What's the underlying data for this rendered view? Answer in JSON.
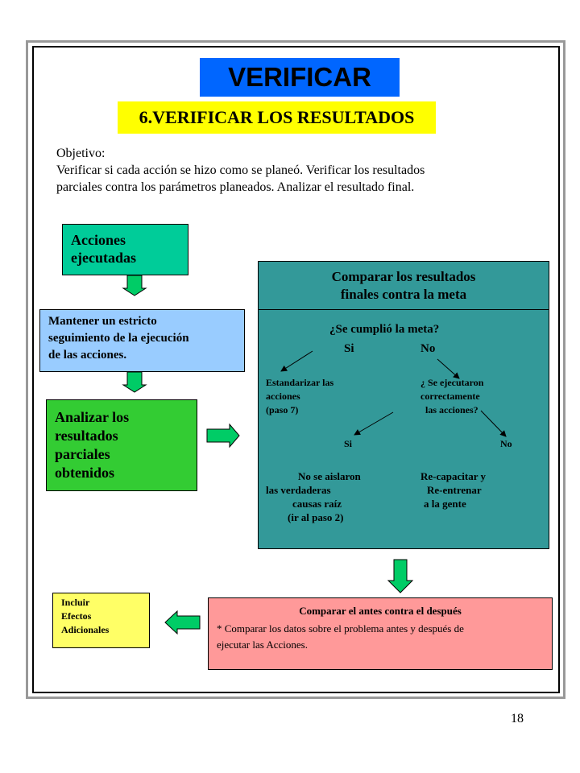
{
  "header": {
    "title": "VERIFICAR",
    "subtitle": "6.VERIFICAR LOS RESULTADOS"
  },
  "objective": {
    "label": "Objetivo:",
    "line1": "Verificar si cada acción se hizo como se planeó. Verificar los resultados",
    "line2": "parciales contra los parámetros planeados. Analizar el resultado final."
  },
  "steps": {
    "acciones": [
      "Acciones",
      "ejecutadas"
    ],
    "mantener": [
      "Mantener un estricto",
      "seguimiento de la ejecución",
      "de las acciones."
    ],
    "analizar": [
      "Analizar los",
      "resultados",
      "parciales",
      "obtenidos"
    ]
  },
  "comparar": {
    "title1": "Comparar los resultados",
    "title2": "finales contra la meta",
    "question": "¿Se cumplió la meta?",
    "si": "Si",
    "no": "No",
    "estandarizar": [
      "Estandarizar las",
      "acciones",
      "(paso 7)"
    ],
    "ejecutaron": [
      "¿ Se ejecutaron",
      "correctamente",
      "las acciones?"
    ],
    "si2": "Si",
    "no2": "No",
    "no_aislaron": [
      "No se aislaron",
      "las verdaderas",
      "causas raíz",
      "(ir al paso 2)"
    ],
    "recapacitar": [
      "Re-capacitar y",
      "Re-entrenar",
      "a la gente"
    ]
  },
  "antes": {
    "title": "Comparar el antes contra el después",
    "line1": "* Comparar los datos sobre el problema antes y después de",
    "line2": "ejecutar las Acciones."
  },
  "incluir": [
    "Incluir",
    "Efectos",
    "Adicionales"
  ],
  "page_number": "18",
  "colors": {
    "title_bg": "#0066ff",
    "subtitle_bg": "#ffff00",
    "acciones_bg": "#00cc99",
    "mantener_bg": "#99ccff",
    "analizar_bg": "#33cc33",
    "comparar_bg": "#339999",
    "antes_bg": "#ff9999",
    "incluir_bg": "#ffff66",
    "arrow_fill": "#00cc66"
  }
}
